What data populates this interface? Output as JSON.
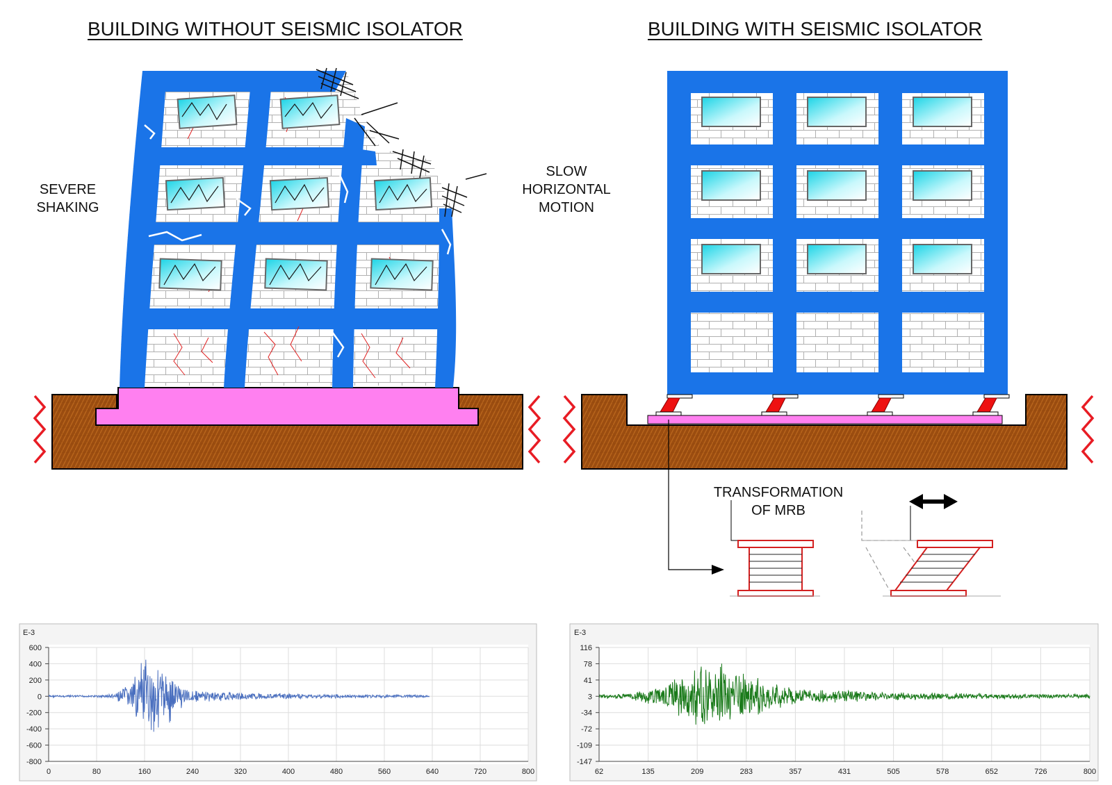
{
  "headings": {
    "left": "BUILDING WITHOUT SEISMIC ISOLATOR",
    "right": "BUILDING WITH SEISMIC ISOLATOR"
  },
  "labels": {
    "severe": [
      "SEVERE",
      "SHAKING"
    ],
    "slow": [
      "SLOW",
      "HORIZONTAL",
      "MOTION"
    ],
    "transform": [
      "TRANSFORMATION",
      "OF MRB"
    ]
  },
  "colors": {
    "frame": "#1a74e8",
    "brick_line": "#b0b0b0",
    "window": "#3fe0ef",
    "crack": "#e02020",
    "foundation": "#ff80f0",
    "soil": "#9b4d10",
    "zigzag": "#e81c24",
    "bearing": "#ee1111",
    "trace_left": "#4a6fbf",
    "trace_right": "#1a7a1a"
  },
  "icons": [
    "double-arrow-icon",
    "zigzag-vibration-icon",
    "rubber-bearing-icon",
    "deformed-bearing-icon"
  ],
  "chart_data": [
    {
      "type": "line",
      "unit_label": "E-3",
      "x_ticks": [
        "0",
        "80",
        "160",
        "240",
        "320",
        "400",
        "480",
        "560",
        "640",
        "720",
        "800"
      ],
      "y_ticks": [
        "600",
        "400",
        "200",
        "0",
        "-200",
        "-400",
        "-600",
        "-800"
      ],
      "xlim": [
        0,
        800
      ],
      "ylim": [
        -800,
        600
      ],
      "trace_end": 635,
      "grid": true,
      "series": [
        {
          "values": []
        }
      ]
    },
    {
      "type": "line",
      "unit_label": "E-3",
      "x_ticks": [
        "62",
        "135",
        "209",
        "283",
        "357",
        "431",
        "505",
        "578",
        "652",
        "726",
        "800"
      ],
      "y_ticks": [
        "116",
        "78",
        "41",
        "3",
        "-34",
        "-72",
        "-109",
        "-147"
      ],
      "xlim": [
        62,
        800
      ],
      "ylim": [
        -147,
        116
      ],
      "trace_end": 800,
      "grid": true,
      "series": [
        {
          "values": []
        }
      ]
    }
  ]
}
